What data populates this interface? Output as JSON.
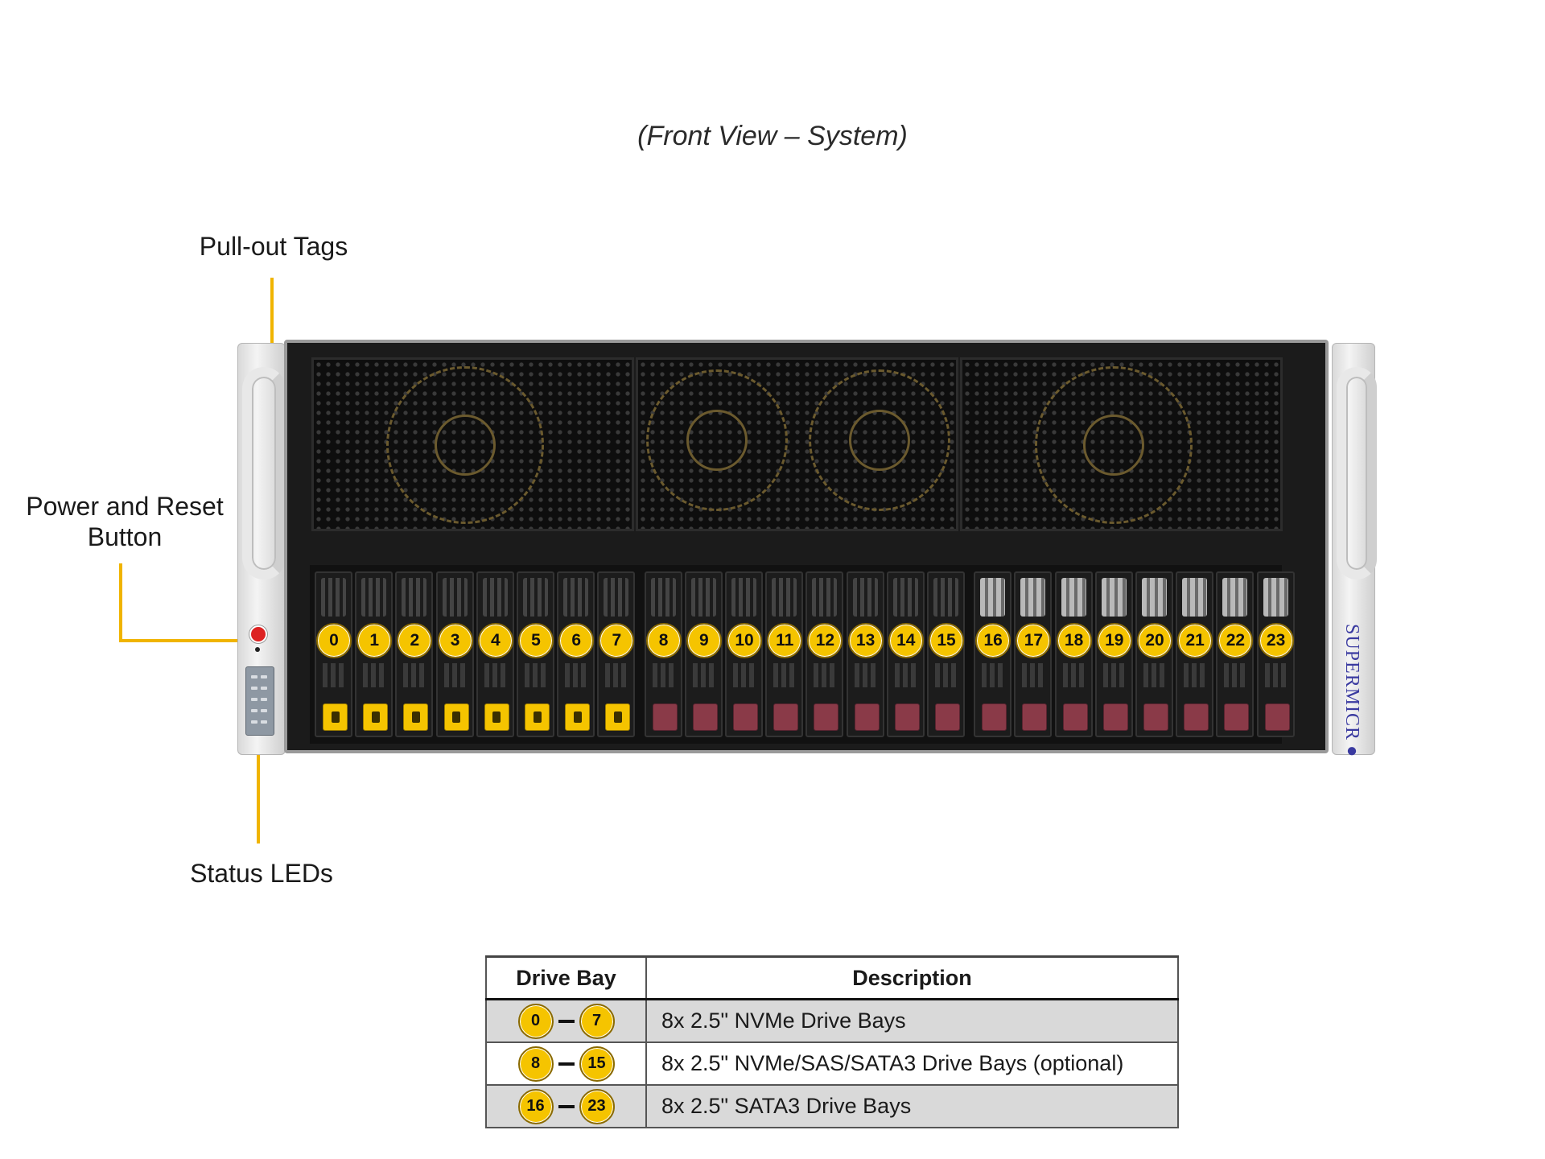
{
  "caption": "(Front View – System)",
  "callouts": {
    "pull_out_tags": "Pull-out  Tags",
    "power_reset_line1": "Power and Reset",
    "power_reset_line2": "Button",
    "status_leds": "Status LEDs"
  },
  "brand": "SUPERMICR●",
  "accent_color": "#f5c400",
  "drive_bays": [
    "0",
    "1",
    "2",
    "3",
    "4",
    "5",
    "6",
    "7",
    "8",
    "9",
    "10",
    "11",
    "12",
    "13",
    "14",
    "15",
    "16",
    "17",
    "18",
    "19",
    "20",
    "21",
    "22",
    "23"
  ],
  "table": {
    "headers": [
      "Drive Bay",
      "Description"
    ],
    "rows": [
      {
        "from": "0",
        "to": "7",
        "description": "8x 2.5\" NVMe Drive  Bays"
      },
      {
        "from": "8",
        "to": "15",
        "description": "8x 2.5\" NVMe/SAS/SATA3 Drive  Bays (optional)"
      },
      {
        "from": "16",
        "to": "23",
        "description": "8x 2.5\" SATA3 Drive  Bays"
      }
    ]
  }
}
